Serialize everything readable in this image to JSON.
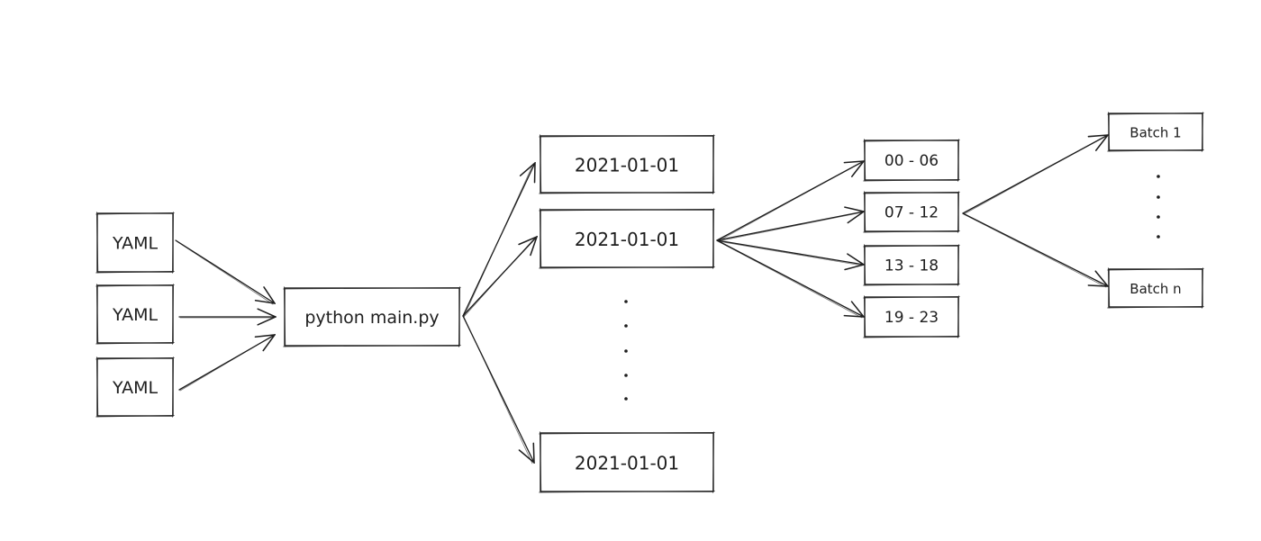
{
  "diagram": {
    "inputs": [
      {
        "id": "yaml-1",
        "label": "YAML"
      },
      {
        "id": "yaml-2",
        "label": "YAML"
      },
      {
        "id": "yaml-3",
        "label": "YAML"
      }
    ],
    "main": {
      "id": "main",
      "label": "python main.py"
    },
    "dates": [
      {
        "id": "date-1",
        "label": "2021-01-01"
      },
      {
        "id": "date-2",
        "label": "2021-01-01"
      },
      {
        "id": "date-3",
        "label": "2021-01-01"
      }
    ],
    "hours": [
      {
        "id": "hours-1",
        "label": "00 - 06"
      },
      {
        "id": "hours-2",
        "label": "07 - 12"
      },
      {
        "id": "hours-3",
        "label": "13 - 18"
      },
      {
        "id": "hours-4",
        "label": "19 - 23"
      }
    ],
    "batches": [
      {
        "id": "batch-1",
        "label": "Batch 1"
      },
      {
        "id": "batch-n",
        "label": "Batch n"
      }
    ],
    "edges": [
      {
        "from": "yaml-1",
        "to": "main"
      },
      {
        "from": "yaml-2",
        "to": "main"
      },
      {
        "from": "yaml-3",
        "to": "main"
      },
      {
        "from": "main",
        "to": "date-1"
      },
      {
        "from": "main",
        "to": "date-2"
      },
      {
        "from": "main",
        "to": "date-3"
      },
      {
        "from": "date-2",
        "to": "hours-1"
      },
      {
        "from": "date-2",
        "to": "hours-2"
      },
      {
        "from": "date-2",
        "to": "hours-3"
      },
      {
        "from": "date-2",
        "to": "hours-4"
      },
      {
        "from": "hours-2",
        "to": "batch-1"
      },
      {
        "from": "hours-2",
        "to": "batch-n"
      }
    ],
    "ellipses": [
      {
        "id": "dates-ellipsis",
        "between": [
          "date-2",
          "date-3"
        ],
        "dots": 5
      },
      {
        "id": "batches-ellipsis",
        "between": [
          "batch-1",
          "batch-n"
        ],
        "dots": 4
      }
    ],
    "colors": {
      "stroke": "#1e1e1e",
      "background": "#ffffff"
    }
  }
}
